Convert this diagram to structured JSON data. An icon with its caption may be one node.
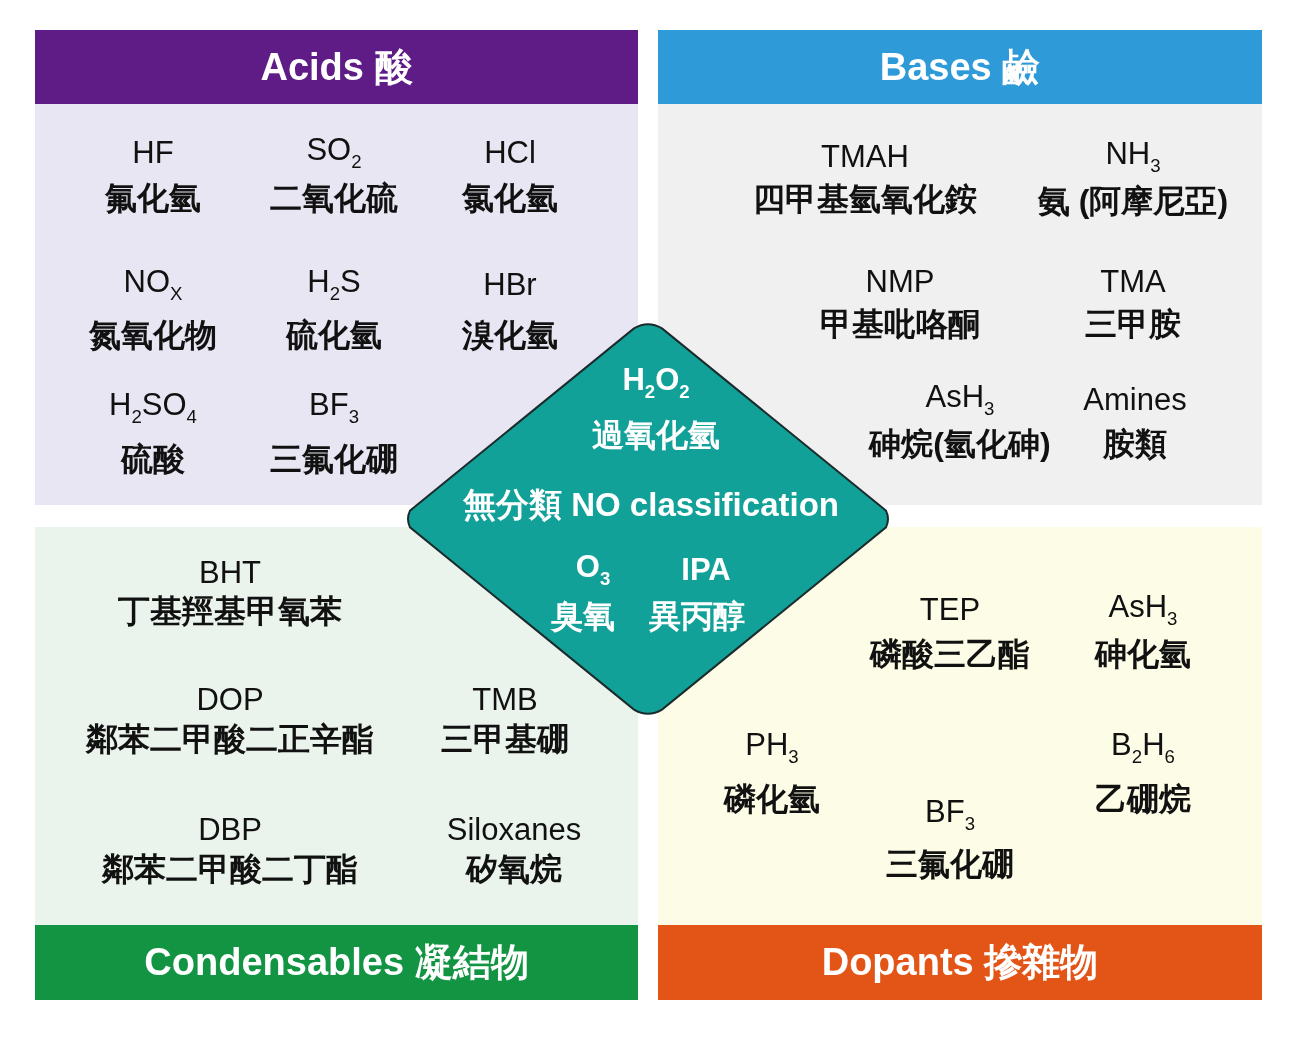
{
  "diagram": {
    "nodes": [
      {
        "text": [
          "Acids 酸",
          "HF",
          "氟化氫",
          "SO$_{2}$",
          "二氧化硫",
          "HCl",
          "氯化氫",
          "NO$_{X}$",
          "氮氧化物",
          "H$_{2}$S",
          "硫化氫",
          "HBr",
          "溴化氫",
          "H$_{2}$SO$_{4}$",
          "硫酸",
          "BF$_{3}$",
          "三氟化硼"
        ]
      },
      {
        "text": [
          "Bases 鹼",
          "TMAH",
          "四甲基氫氧化銨",
          "NH$_{3}$",
          "氨 (阿摩尼亞)",
          "NMP",
          "甲基吡咯酮",
          "TMA",
          "三甲胺",
          "AsH$_{3}$",
          "砷烷(氫化砷)",
          "Amines",
          "胺類"
        ]
      },
      {
        "text": [
          "H$_{2}$O$_{2}$",
          "過氧化氫",
          "無分類 NO classification",
          "O$_{3}$",
          "臭氧",
          "IPA",
          "異丙醇"
        ]
      },
      {
        "text": [
          "Condensables 凝結物",
          "BHT",
          "丁基羥基甲氧苯",
          "DOP",
          "鄰苯二甲酸二正辛酯",
          "TMB",
          "三甲基硼",
          "DBP",
          "鄰苯二甲酸二丁酯",
          "Siloxanes",
          "矽氧烷"
        ]
      },
      {
        "text": [
          "Dopants 摻雜物",
          "TEP",
          "磷酸三乙酯",
          "AsH$_{3}$",
          "砷化氫",
          "PH$_{3}$",
          "磷化氫",
          "B$_{2}$H$_{6}$",
          "乙硼烷",
          "BF$_{3}$",
          "三氟化硼"
        ]
      }
    ],
    "edges": []
  }
}
